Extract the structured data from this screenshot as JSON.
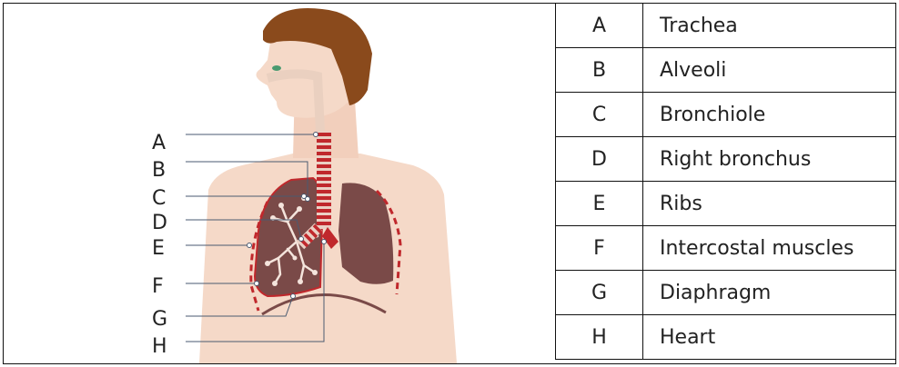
{
  "labels": [
    {
      "letter": "A",
      "name": "Trachea"
    },
    {
      "letter": "B",
      "name": "Alveoli"
    },
    {
      "letter": "C",
      "name": "Bronchiole"
    },
    {
      "letter": "D",
      "name": "Right bronchus"
    },
    {
      "letter": "E",
      "name": "Ribs"
    },
    {
      "letter": "F",
      "name": "Intercostal muscles"
    },
    {
      "letter": "G",
      "name": "Diaphragm"
    },
    {
      "letter": "H",
      "name": "Heart"
    }
  ],
  "colors": {
    "skin": "#f5d9c8",
    "hair": "#8a4a1c",
    "lung": "#7a4a48",
    "trachea": "#c0282c",
    "leader_line": "#4a5a70"
  }
}
